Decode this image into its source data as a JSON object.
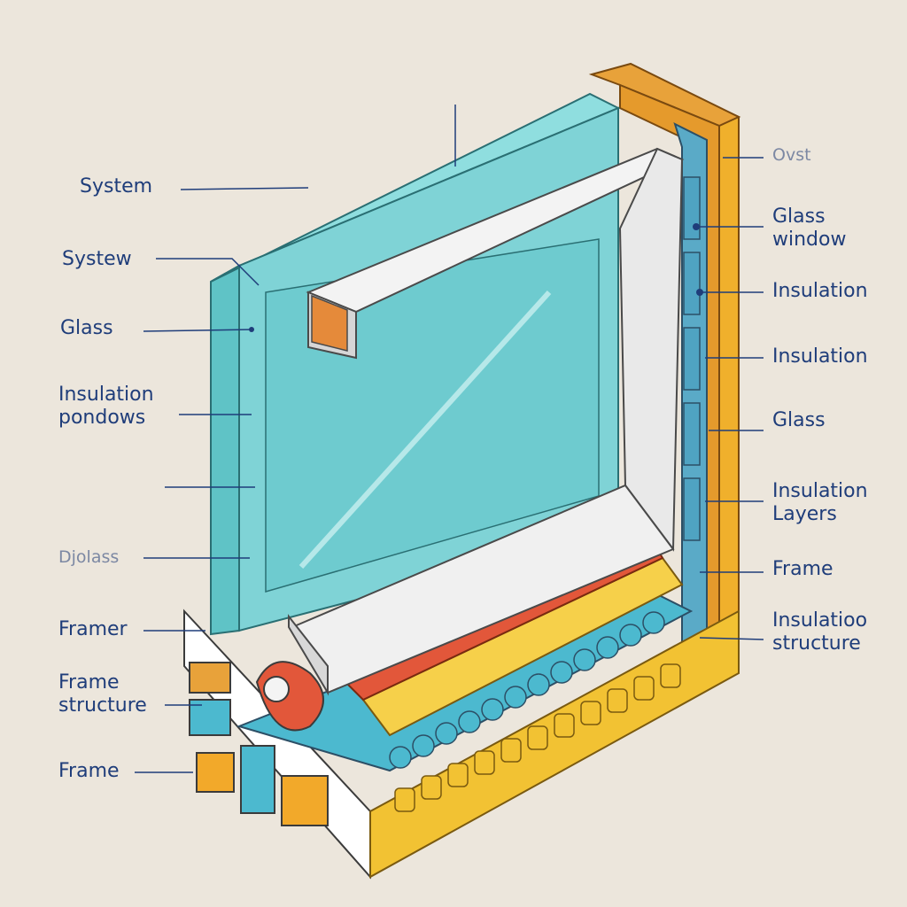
{
  "labels_left": [
    {
      "lines": [
        "System"
      ],
      "name": "label-system-1"
    },
    {
      "lines": [
        "Systew"
      ],
      "name": "label-system-2"
    },
    {
      "lines": [
        "Glass"
      ],
      "name": "label-glass-left"
    },
    {
      "lines": [
        "Insulation",
        "pondows"
      ],
      "name": "label-insulation-pondows"
    },
    {
      "lines": [
        "Djolass"
      ],
      "name": "label-djolass"
    },
    {
      "lines": [
        "Framer"
      ],
      "name": "label-framer"
    },
    {
      "lines": [
        "Frame",
        "structure"
      ],
      "name": "label-frame-structure-left"
    },
    {
      "lines": [
        "Frame"
      ],
      "name": "label-frame-left"
    }
  ],
  "labels_right": [
    {
      "lines": [
        "Ovst"
      ],
      "name": "label-ovst"
    },
    {
      "lines": [
        "Glass",
        "window"
      ],
      "name": "label-glass-window"
    },
    {
      "lines": [
        "Insulation"
      ],
      "name": "label-insulation-1"
    },
    {
      "lines": [
        "Insulation"
      ],
      "name": "label-insulation-2"
    },
    {
      "lines": [
        "Glass"
      ],
      "name": "label-glass-right"
    },
    {
      "lines": [
        "Insulation",
        "Layers"
      ],
      "name": "label-insulation-layers"
    },
    {
      "lines": [
        "Frame"
      ],
      "name": "label-frame-right"
    },
    {
      "lines": [
        "Insulatioo",
        "structure"
      ],
      "name": "label-insulation-structure"
    }
  ],
  "colors": {
    "background": "#ece6dc",
    "label_text": "#1f3d7a",
    "leader_line": "#1f3d7a",
    "glass": "#7fd3d6",
    "frame_white": "#eeeeee",
    "frame_orange": "#e8a23a",
    "frame_yellow": "#f2c233",
    "insulation_red": "#e2573a",
    "insulation_blue": "#4cb9cf",
    "outline": "#3b3b3b"
  }
}
